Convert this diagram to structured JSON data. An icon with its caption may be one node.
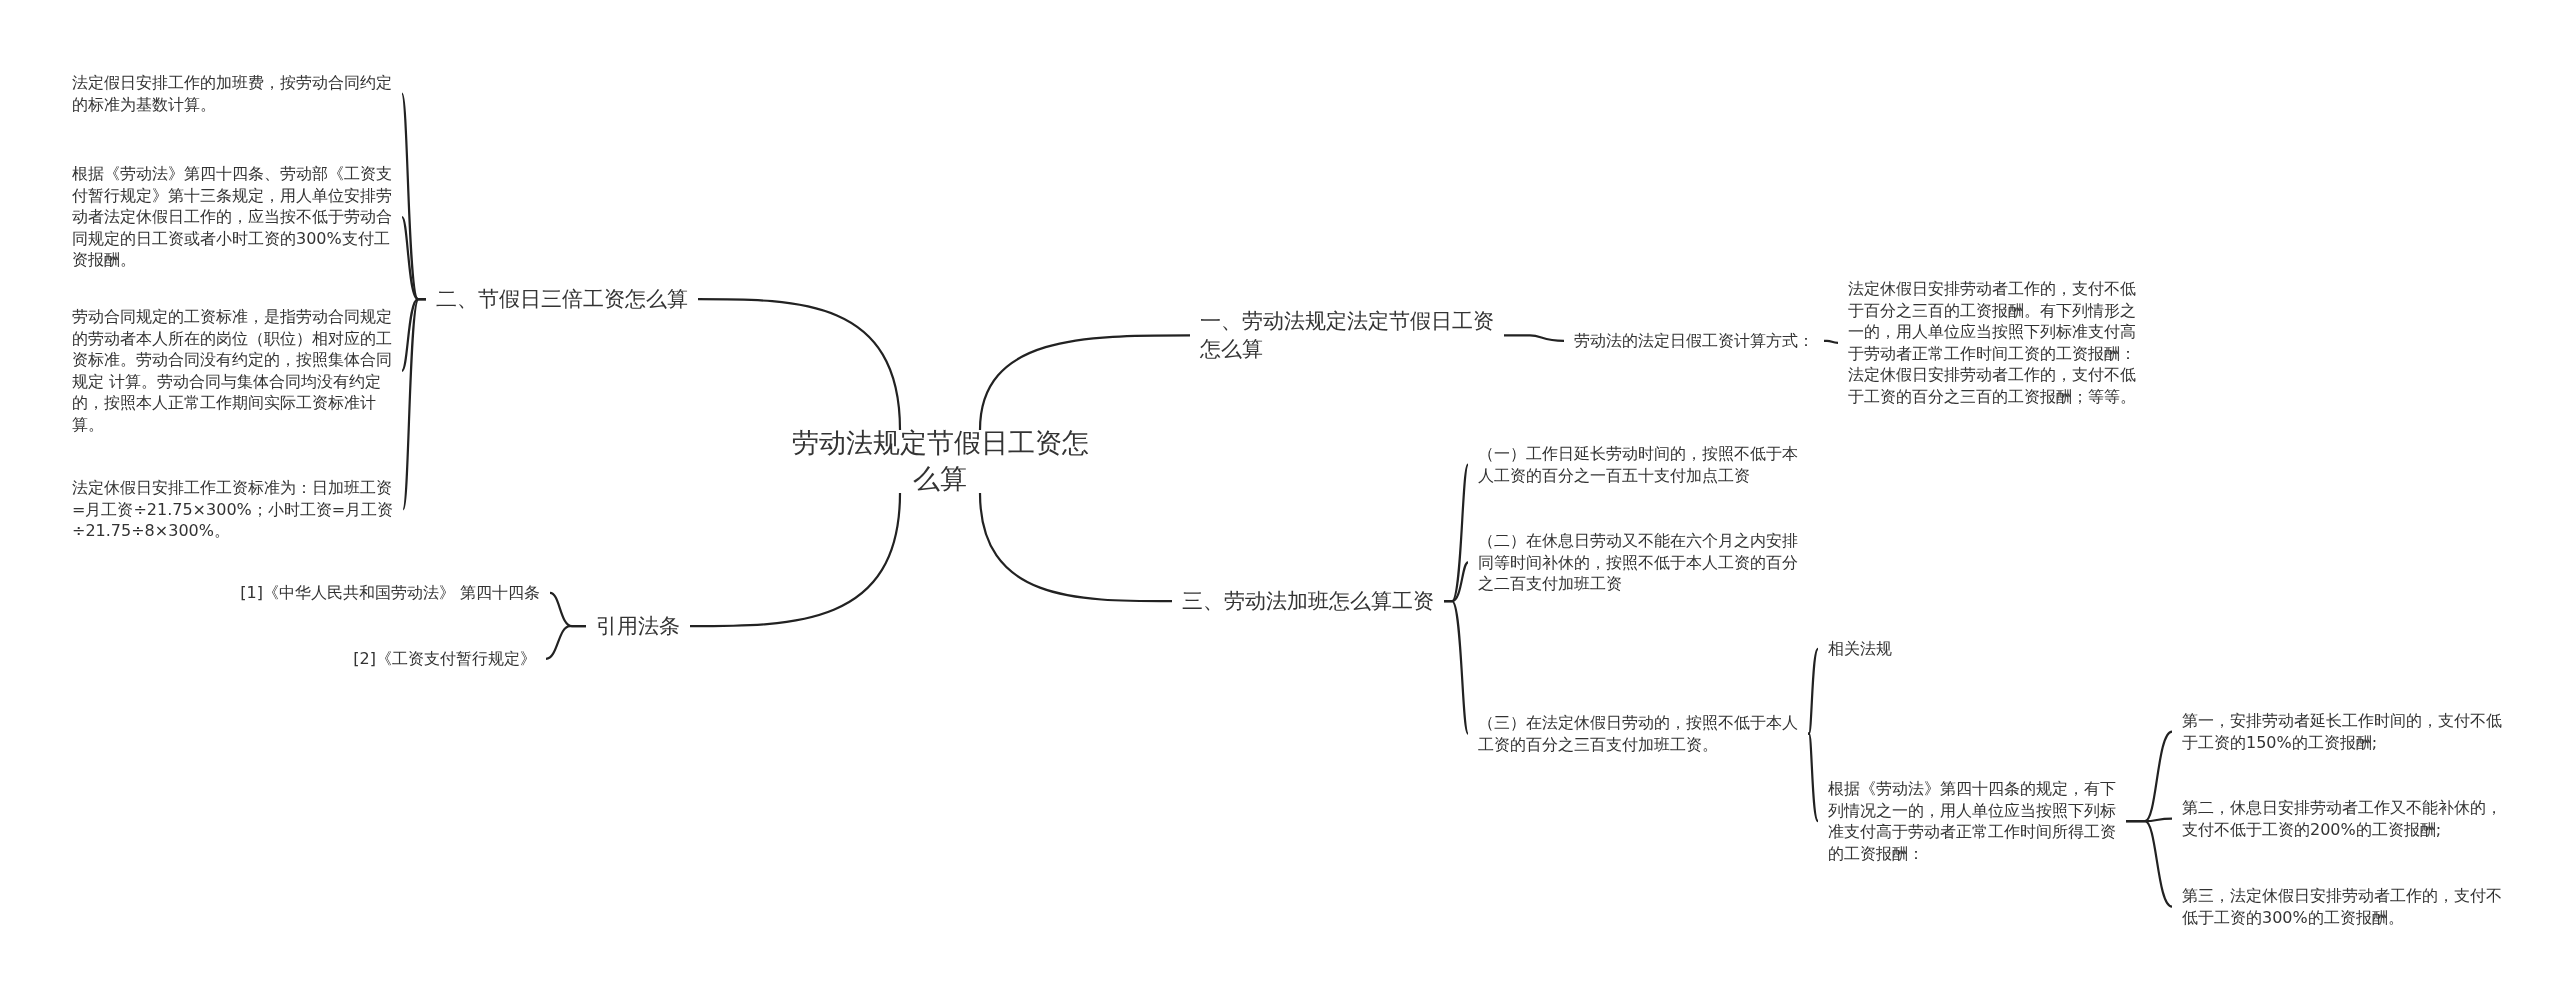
{
  "diagram": {
    "nodes": [
      {
        "text": [
          "劳动法规定节假日工资怎么算"
        ]
      },
      {
        "text": [
          "一、劳动法规定法定节假日工资怎么算"
        ]
      },
      {
        "text": [
          "劳动法的法定日假工资计算方式："
        ]
      },
      {
        "text": [
          "法定休假日安排劳动者工作的，支付不低于百分之三百的工资报酬。有下列情形之一的，用人单位应当按照下列标准支付高于劳动者正常工作时间工资的工资报酬：法定休假日安排劳动者工作的，支付不低于工资的百分之三百的工资报酬；等等。"
        ]
      },
      {
        "text": [
          "二、节假日三倍工资怎么算"
        ]
      },
      {
        "text": [
          "法定假日安排工作的加班费，按劳动合同约定的标准为基数计算。"
        ]
      },
      {
        "text": [
          "根据《劳动法》第四十四条、劳动部《工资支付暂行规定》第十三条规定，用人单位安排劳动者法定休假日工作的，应当按不低于劳动合同规定的日工资或者小时工资的300%支付工资报酬。"
        ]
      },
      {
        "text": [
          "劳动合同规定的工资标准，是指劳动合同规定的劳动者本人所在的岗位（职位）相对应的工资标准。劳动合同没有约定的，按照集体合同规定 计算。劳动合同与集体合同均没有约定的，按照本人正常工作期间实际工资标准计算。"
        ]
      },
      {
        "text": [
          "法定休假日安排工作工资标准为：日加班工资=月工资÷21.75×300%；小时工资=月工资÷21.75÷8×300%。"
        ]
      },
      {
        "text": [
          "引用法条"
        ]
      },
      {
        "text": [
          "[1]《中华人民共和国劳动法》 第四十四条"
        ]
      },
      {
        "text": [
          "[2]《工资支付暂行规定》"
        ]
      },
      {
        "text": [
          "三、劳动法加班怎么算工资"
        ]
      },
      {
        "text": [
          "（一）工作日延长劳动时间的，按照不低于本人工资的百分之一百五十支付加点工资"
        ]
      },
      {
        "text": [
          "（二）在休息日劳动又不能在六个月之内安排同等时间补休的，按照不低于本人工资的百分之二百支付加班工资"
        ]
      },
      {
        "text": [
          "（三）在法定休假日劳动的，按照不低于本人工资的百分之三百支付加班工资。"
        ]
      },
      {
        "text": [
          "相关法规"
        ]
      },
      {
        "text": [
          "根据《劳动法》第四十四条的规定，有下列情况之一的，用人单位应当按照下列标准支付高于劳动者正常工作时间所得工资的工资报酬："
        ]
      },
      {
        "text": [
          "第一，安排劳动者延长工作时间的，支付不低于工资的150%的工资报酬;"
        ]
      },
      {
        "text": [
          "第二，休息日安排劳动者工作又不能补休的，支付不低于工资的200%的工资报酬;"
        ]
      },
      {
        "text": [
          "第三，法定休假日安排劳动者工作的，支付不低于工资的300%的工资报酬。"
        ]
      }
    ],
    "edges": [
      {
        "from": 0,
        "to": 1,
        "arrow": "none"
      },
      {
        "from": 1,
        "to": 2,
        "arrow": "none"
      },
      {
        "from": 2,
        "to": 3,
        "arrow": "none"
      },
      {
        "from": 0,
        "to": 4,
        "arrow": "none"
      },
      {
        "from": 4,
        "to": 5,
        "arrow": "none"
      },
      {
        "from": 4,
        "to": 6,
        "arrow": "none"
      },
      {
        "from": 4,
        "to": 7,
        "arrow": "none"
      },
      {
        "from": 4,
        "to": 8,
        "arrow": "none"
      },
      {
        "from": 0,
        "to": 9,
        "arrow": "none"
      },
      {
        "from": 9,
        "to": 10,
        "arrow": "none"
      },
      {
        "from": 9,
        "to": 11,
        "arrow": "none"
      },
      {
        "from": 0,
        "to": 12,
        "arrow": "none"
      },
      {
        "from": 12,
        "to": 13,
        "arrow": "none"
      },
      {
        "from": 12,
        "to": 14,
        "arrow": "none"
      },
      {
        "from": 12,
        "to": 15,
        "arrow": "none"
      },
      {
        "from": 15,
        "to": 16,
        "arrow": "none"
      },
      {
        "from": 15,
        "to": 17,
        "arrow": "none"
      },
      {
        "from": 17,
        "to": 18,
        "arrow": "none"
      },
      {
        "from": 17,
        "to": 19,
        "arrow": "none"
      },
      {
        "from": 17,
        "to": 20,
        "arrow": "none"
      }
    ]
  }
}
